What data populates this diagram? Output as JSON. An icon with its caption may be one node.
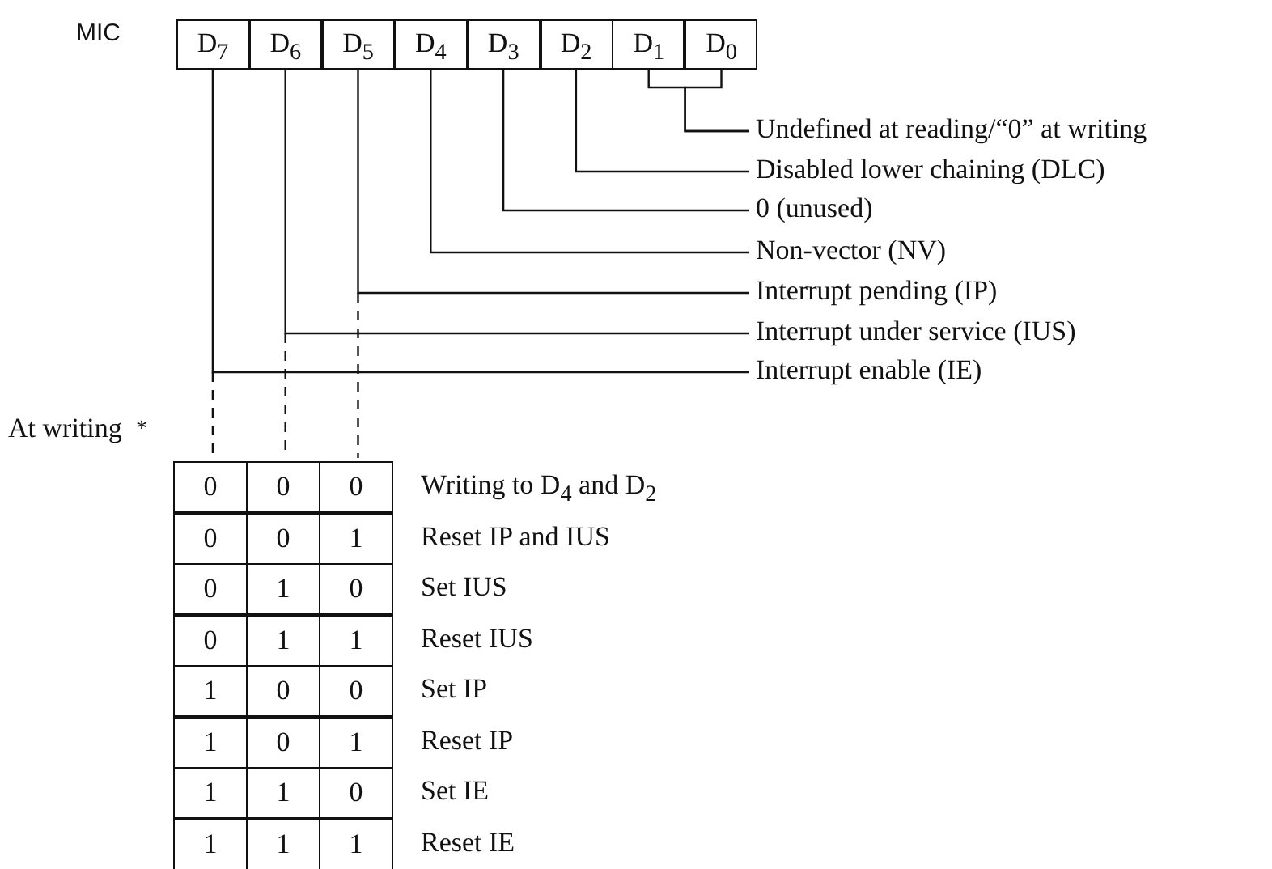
{
  "diagram": {
    "nodes": [
      {
        "text": [
          "D$_{7}$"
        ]
      },
      {
        "text": [
          "D$_{6}$"
        ]
      },
      {
        "text": [
          "D$_{5}$"
        ]
      },
      {
        "text": [
          "D$_{4}$"
        ]
      },
      {
        "text": [
          "D$_{3}$"
        ]
      },
      {
        "text": [
          "D$_{2}$"
        ]
      },
      {
        "text": [
          "D$_{1}$"
        ]
      },
      {
        "text": [
          "D$_{0}$"
        ]
      },
      {
        "text": [
          "Undefined at reading/“0” at writing"
        ]
      },
      {
        "text": [
          "Disabled lower chaining (DLC)"
        ]
      },
      {
        "text": [
          "0 (unused)"
        ]
      },
      {
        "text": [
          "Non-vector (NV)"
        ]
      },
      {
        "text": [
          "Interrupt pending (IP)"
        ]
      },
      {
        "text": [
          "Interrupt under service (IUS)"
        ]
      },
      {
        "text": [
          "Interrupt enable (IE)"
        ]
      }
    ],
    "edges": [
      {
        "from": 8,
        "to": 6,
        "arrow": "none"
      },
      {
        "from": 8,
        "to": 7,
        "arrow": "none"
      },
      {
        "from": 9,
        "to": 5,
        "arrow": "none"
      },
      {
        "from": 10,
        "to": 4,
        "arrow": "none"
      },
      {
        "from": 11,
        "to": 3,
        "arrow": "none"
      },
      {
        "from": 12,
        "to": 2,
        "arrow": "none"
      },
      {
        "from": 13,
        "to": 1,
        "arrow": "none"
      },
      {
        "from": 14,
        "to": 0,
        "arrow": "none"
      }
    ],
    "labels": [
      "MIC",
      "At writing",
      "*",
      "0",
      "0",
      "0",
      "Writing to D$_{4}$ and D$_{2}$",
      "0",
      "0",
      "1",
      "Reset IP and IUS",
      "0",
      "1",
      "0",
      "Set IUS",
      "0",
      "1",
      "1",
      "Reset IUS",
      "1",
      "0",
      "0",
      "Set IP",
      "1",
      "0",
      "1",
      "Reset IP",
      "1",
      "1",
      "0",
      "Set IE",
      "1",
      "1",
      "1",
      "Reset IE"
    ]
  }
}
